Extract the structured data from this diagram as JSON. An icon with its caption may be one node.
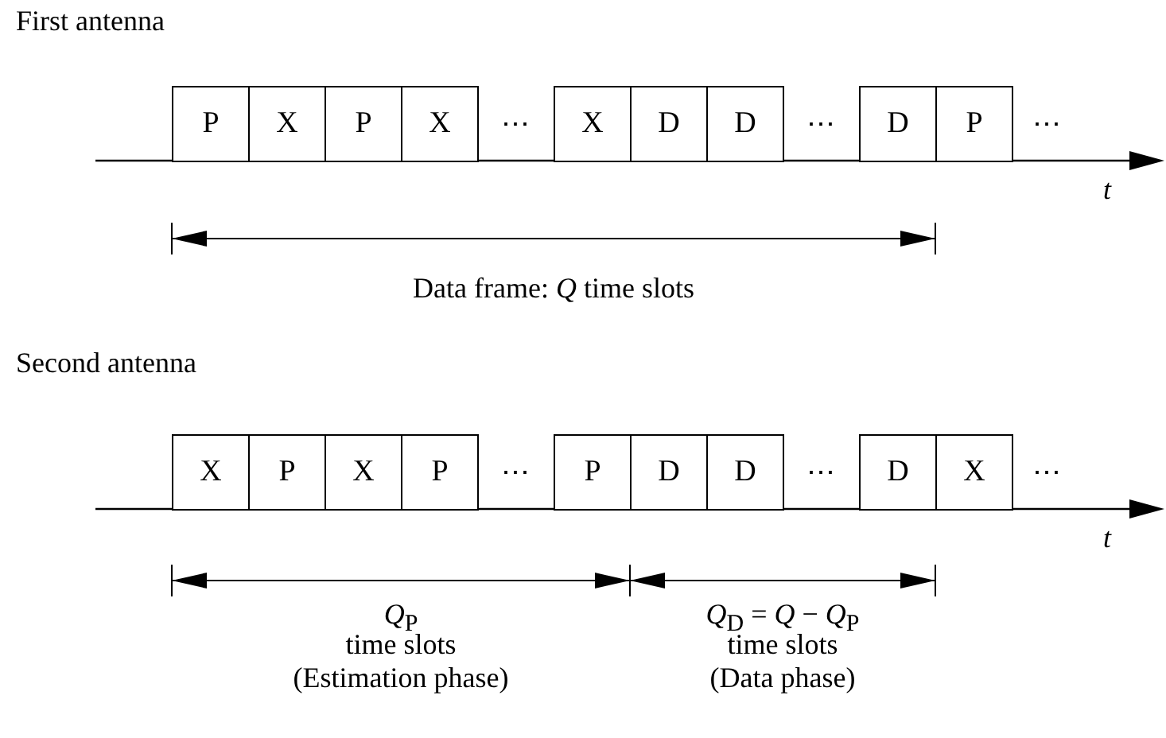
{
  "diagram": {
    "nodes": [
      {
        "text": [
          "P"
        ]
      },
      {
        "text": [
          "X"
        ]
      },
      {
        "text": [
          "P"
        ]
      },
      {
        "text": [
          "X"
        ]
      },
      {
        "text": [
          "X"
        ]
      },
      {
        "text": [
          "D"
        ]
      },
      {
        "text": [
          "D"
        ]
      },
      {
        "text": [
          "D"
        ]
      },
      {
        "text": [
          "P"
        ]
      },
      {
        "text": [
          "X"
        ]
      },
      {
        "text": [
          "P"
        ]
      },
      {
        "text": [
          "X"
        ]
      },
      {
        "text": [
          "P"
        ]
      },
      {
        "text": [
          "P"
        ]
      },
      {
        "text": [
          "D"
        ]
      },
      {
        "text": [
          "D"
        ]
      },
      {
        "text": [
          "D"
        ]
      },
      {
        "text": [
          "X"
        ]
      }
    ],
    "labels": [
      "First antenna",
      "⋯",
      "⋯",
      "⋯",
      "t",
      "Data frame: *Q* time slots",
      "Second antenna",
      "⋯",
      "⋯",
      "⋯",
      "t",
      "*Q*$_{P}$",
      "time slots",
      "(Estimation phase)",
      "*Q*$_{D}$ = *Q* − *Q*$_{P}$",
      "time slots",
      "(Data phase)"
    ]
  }
}
